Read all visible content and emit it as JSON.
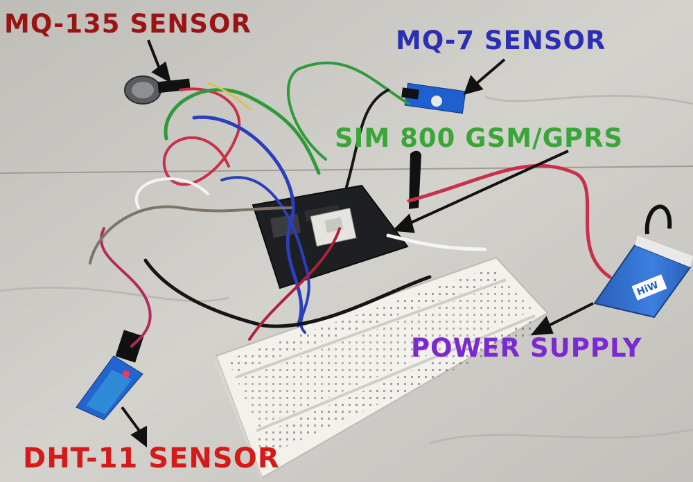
{
  "labels": {
    "mq135": {
      "text": "MQ-135 SENSOR",
      "color": "#9b1414"
    },
    "mq7": {
      "text": "MQ-7 SENSOR",
      "color": "#2a2fb5"
    },
    "sim800": {
      "text": "SIM 800 GSM/GPRS",
      "color": "#3aa63a"
    },
    "power": {
      "text": "POWER SUPPLY",
      "color": "#7a2ad0"
    },
    "dht11": {
      "text": "DHT-11 SENSOR",
      "color": "#d61a1a"
    }
  },
  "battery": {
    "brand": "HiW"
  },
  "colors": {
    "floor": "#c9c7c2",
    "breadboard": "#f2f1ec",
    "board": "#1d1f22",
    "battery": "#2f6fd0",
    "wire_red": "#c8304a",
    "wire_green": "#2f9a3a",
    "wire_blue": "#2a3fbe",
    "wire_black": "#151515",
    "wire_white": "#f4f4f4",
    "wire_gray": "#7c7468",
    "wire_yellow": "#d8c34a"
  }
}
